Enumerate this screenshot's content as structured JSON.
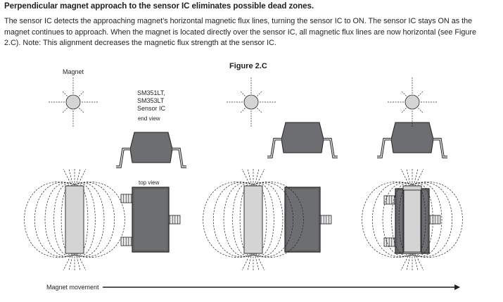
{
  "document": {
    "heading": "Perpendicular magnet approach to the sensor IC eliminates possible dead zones.",
    "paragraph_lines": [
      "The sensor IC detects the approaching magnet’s horizontal magnetic flux lines, turning the sensor IC to ON. The sensor IC stays ON as the",
      "magnet continues to approach. When the magnet is located directly over the sensor IC, all magnetic flux lines are now horizontal (see Figure",
      "2.C). Note: This alignment decreases the magnetic flux strength at the sensor IC."
    ]
  },
  "figure": {
    "title": "Figure 2.C",
    "magnet_label": "Magnet",
    "sensor_label_lines": [
      "SM351LT,",
      "SM353LT",
      "Sensor IC"
    ],
    "end_view_label": "end view",
    "top_view_label": "top view",
    "movement_label": "Magnet movement"
  },
  "colors": {
    "text": "#231f20",
    "magnet_fill": "#d4d4d4",
    "chip_fill": "#6d6e71",
    "chip_stroke": "#231f20",
    "pin_fill": "#e6e6e6"
  }
}
